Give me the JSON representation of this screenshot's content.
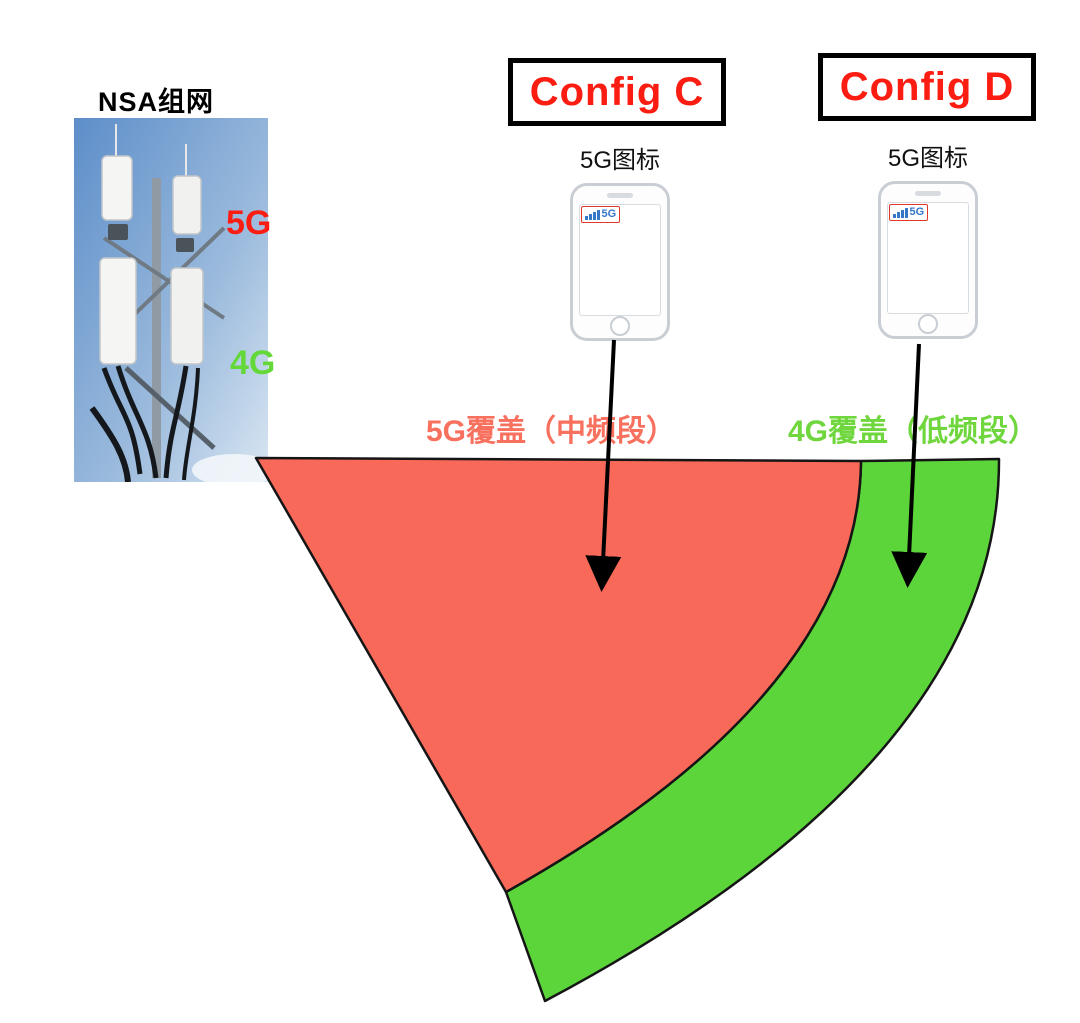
{
  "tower": {
    "title": "NSA组网",
    "label_5g": "5G",
    "label_4g": "4G",
    "color_5g": "#fb1d12",
    "color_4g": "#63d838"
  },
  "configs": [
    {
      "name": "Config C",
      "name_color": "#fb1d12",
      "icon_caption": "5G图标",
      "phone_signal": "5G",
      "coverage_label": "5G覆盖（中频段）",
      "coverage_label_color": "#f8705e"
    },
    {
      "name": "Config D",
      "name_color": "#fb1d12",
      "icon_caption": "5G图标",
      "phone_signal": "5G",
      "coverage_label": "4G覆盖（低频段）",
      "coverage_label_color": "#6fd73d"
    }
  ],
  "coverage": {
    "inner_fill": "#f9695a",
    "outer_fill": "#5cd53a",
    "stroke": "#151515"
  }
}
